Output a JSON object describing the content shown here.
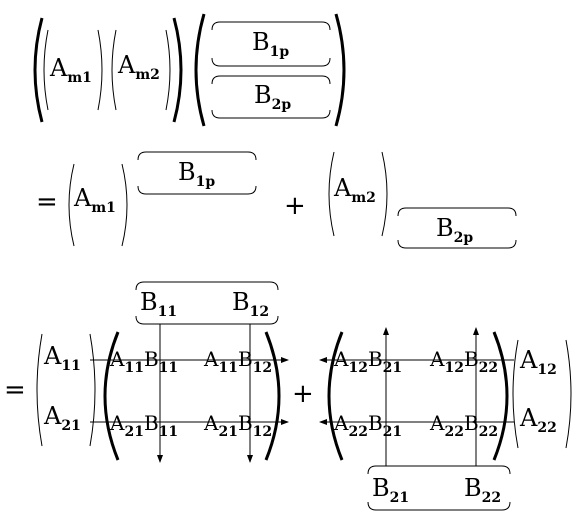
{
  "row1": {
    "a_m1": {
      "base": "A",
      "sub": "m1"
    },
    "a_m2": {
      "base": "A",
      "sub": "m2"
    },
    "b_1p": {
      "base": "B",
      "sub": "1p"
    },
    "b_2p": {
      "base": "B",
      "sub": "2p"
    }
  },
  "row2": {
    "equals": "=",
    "a_m1": {
      "base": "A",
      "sub": "m1"
    },
    "b_1p": {
      "base": "B",
      "sub": "1p"
    },
    "plus": "+",
    "a_m2": {
      "base": "A",
      "sub": "m2"
    },
    "b_2p": {
      "base": "B",
      "sub": "2p"
    }
  },
  "row3": {
    "equals": "=",
    "plus": "+",
    "a_11": {
      "base": "A",
      "sub": "11"
    },
    "a_21": {
      "base": "A",
      "sub": "21"
    },
    "b_11": {
      "base": "B",
      "sub": "11"
    },
    "b_12": {
      "base": "B",
      "sub": "12"
    },
    "left_matrix": {
      "r1c1": {
        "a": "A",
        "asub": "11",
        "b": "B",
        "bsub": "11"
      },
      "r1c2": {
        "a": "A",
        "asub": "11",
        "b": "B",
        "bsub": "12"
      },
      "r2c1": {
        "a": "A",
        "asub": "21",
        "b": "B",
        "bsub": "11"
      },
      "r2c2": {
        "a": "A",
        "asub": "21",
        "b": "B",
        "bsub": "12"
      }
    },
    "right_matrix": {
      "r1c1": {
        "a": "A",
        "asub": "12",
        "b": "B",
        "bsub": "21"
      },
      "r1c2": {
        "a": "A",
        "asub": "12",
        "b": "B",
        "bsub": "22"
      },
      "r2c1": {
        "a": "A",
        "asub": "22",
        "b": "B",
        "bsub": "21"
      },
      "r2c2": {
        "a": "A",
        "asub": "22",
        "b": "B",
        "bsub": "22"
      }
    },
    "a_12": {
      "base": "A",
      "sub": "12"
    },
    "a_22": {
      "base": "A",
      "sub": "22"
    },
    "b_21": {
      "base": "B",
      "sub": "21"
    },
    "b_22": {
      "base": "B",
      "sub": "22"
    }
  }
}
